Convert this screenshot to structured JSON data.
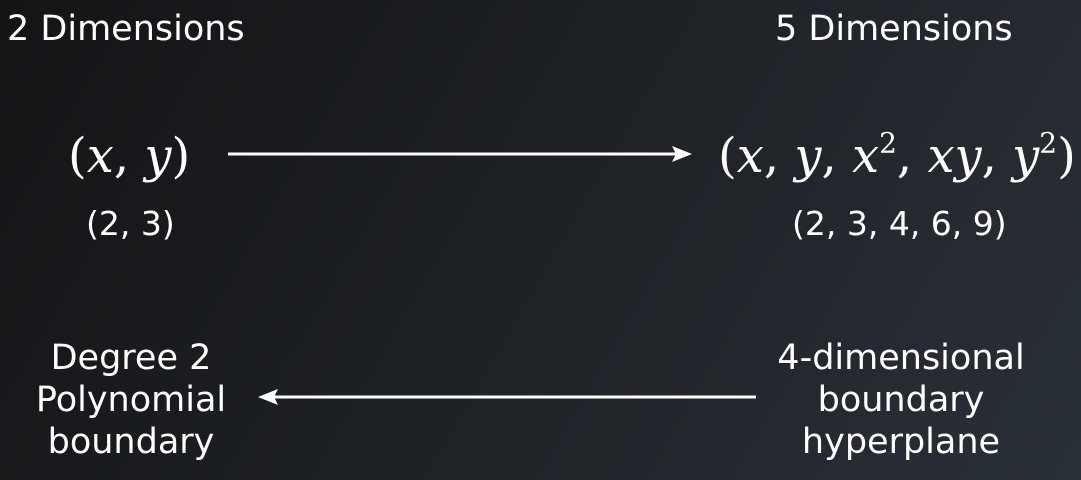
{
  "left_heading": "2 Dimensions",
  "right_heading": "5 Dimensions",
  "left_math": {
    "open": "(",
    "x": "x",
    "c1": ",",
    "y": "y",
    "close": ")"
  },
  "right_math": {
    "open": "(",
    "x": "x",
    "c1": ",",
    "y": "y",
    "c2": ",",
    "x2": "x",
    "x2_exp": "2",
    "c3": ",",
    "xy": "xy",
    "c4": ",",
    "y2": "y",
    "y2_exp": "2",
    "close": ")"
  },
  "left_example": "(2, 3)",
  "right_example": "(2, 3, 4, 6, 9)",
  "bottom_left_lines": [
    "Degree 2",
    "Polynomial",
    "boundary"
  ],
  "bottom_right_lines": [
    "4-dimensional",
    "boundary",
    "hyperplane"
  ],
  "arrows": [
    {
      "name": "mapping-arrow",
      "direction": "right"
    },
    {
      "name": "projection-arrow",
      "direction": "left"
    }
  ],
  "colors": {
    "text": "#ffffff",
    "background_dark": "#131416",
    "background_light": "#2a3038"
  }
}
